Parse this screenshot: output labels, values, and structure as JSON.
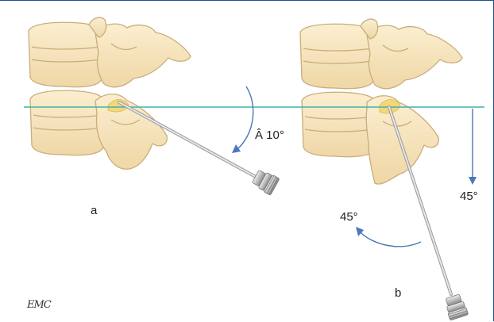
{
  "panels": {
    "a": {
      "label": "a",
      "angle_label": "Â 10°"
    },
    "b": {
      "label": "b",
      "angle_label_vertical": "45°",
      "angle_label_rotation": "45°"
    }
  },
  "logo": "EMC",
  "colors": {
    "bone_fill": "#f8e6bf",
    "bone_stroke": "#c9ad7a",
    "horizontal_line": "#3fb4a9",
    "arrow": "#4a78b8",
    "border": "#1f4f8f",
    "needle": "#b8b8b8",
    "disc_highlight": "#f3d778"
  }
}
